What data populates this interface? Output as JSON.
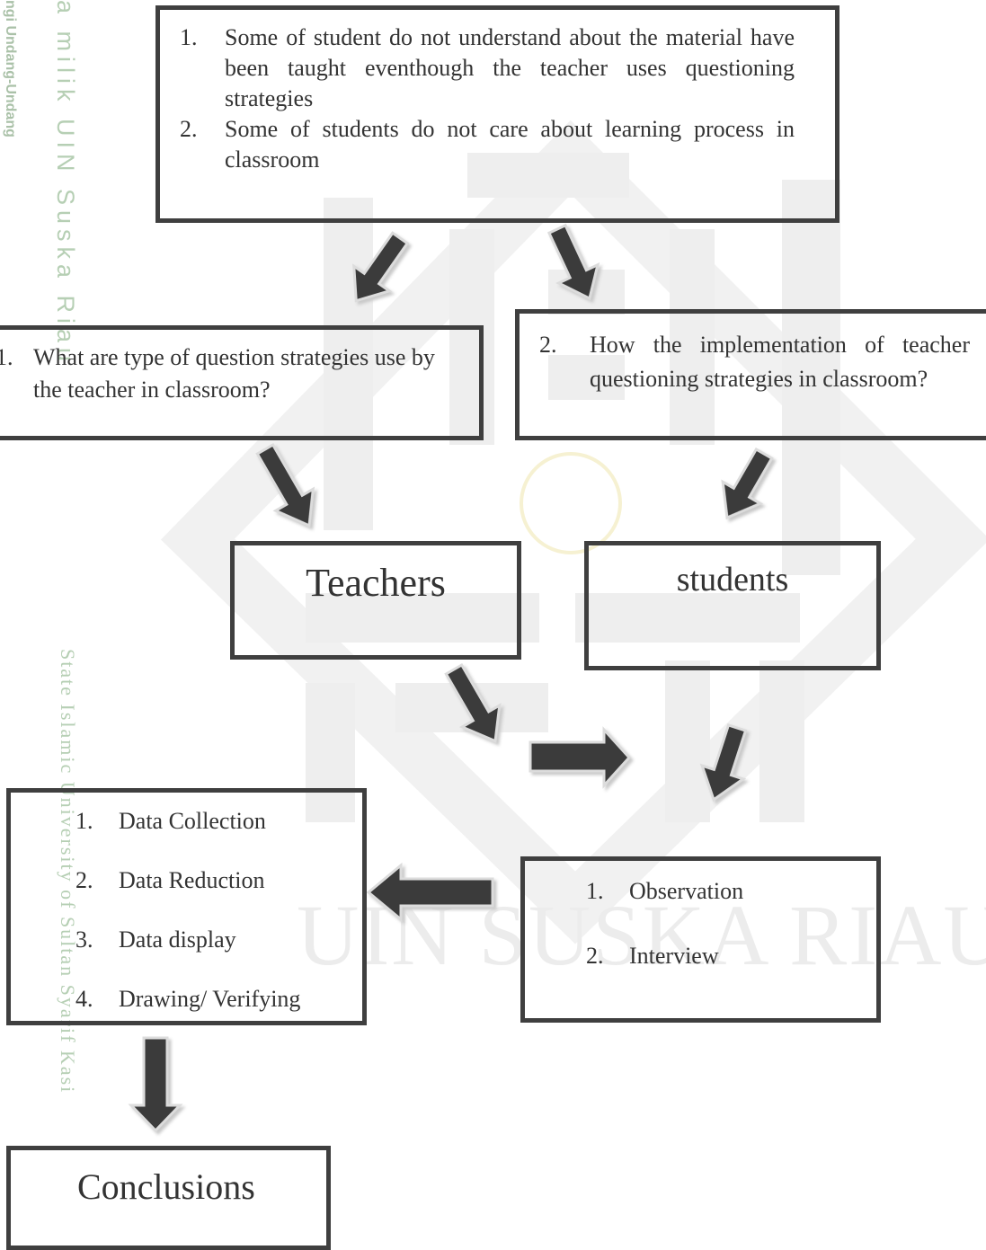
{
  "watermark": {
    "side_text_top": "a milik UIN Suska Riau",
    "side_text_law": "ngi Undang-Undang",
    "side_text_bottom": "State Islamic University of Sultan Syarif Kasi",
    "brand": "UIN SUSKA RIAU"
  },
  "problems": {
    "items": [
      {
        "num": "1.",
        "text": "Some of student do not understand about the material have been taught eventhough the teacher uses questioning strategies"
      },
      {
        "num": "2.",
        "text": "Some of students do not care about learning process in classroom"
      }
    ]
  },
  "question1": {
    "num": "1.",
    "text": "What are type of question strategies use by the teacher in classroom?"
  },
  "question2": {
    "num": "2.",
    "text": "How the implementation of teacher questioning strategies in classroom?"
  },
  "subjects": {
    "teachers": "Teachers",
    "students": "students"
  },
  "methods": {
    "items": [
      {
        "num": "1.",
        "text": "Observation"
      },
      {
        "num": "2.",
        "text": "Interview"
      }
    ]
  },
  "analysis": {
    "items": [
      {
        "num": "1.",
        "text": "Data Collection"
      },
      {
        "num": "2.",
        "text": "Data Reduction"
      },
      {
        "num": "3.",
        "text": "Data display"
      },
      {
        "num": "4.",
        "text": "Drawing/ Verifying"
      }
    ]
  },
  "conclusion": "Conclusions",
  "colors": {
    "border": "#3f3f3f",
    "arrow": "#3a3a3a",
    "watermark": "#b7d3b5"
  }
}
